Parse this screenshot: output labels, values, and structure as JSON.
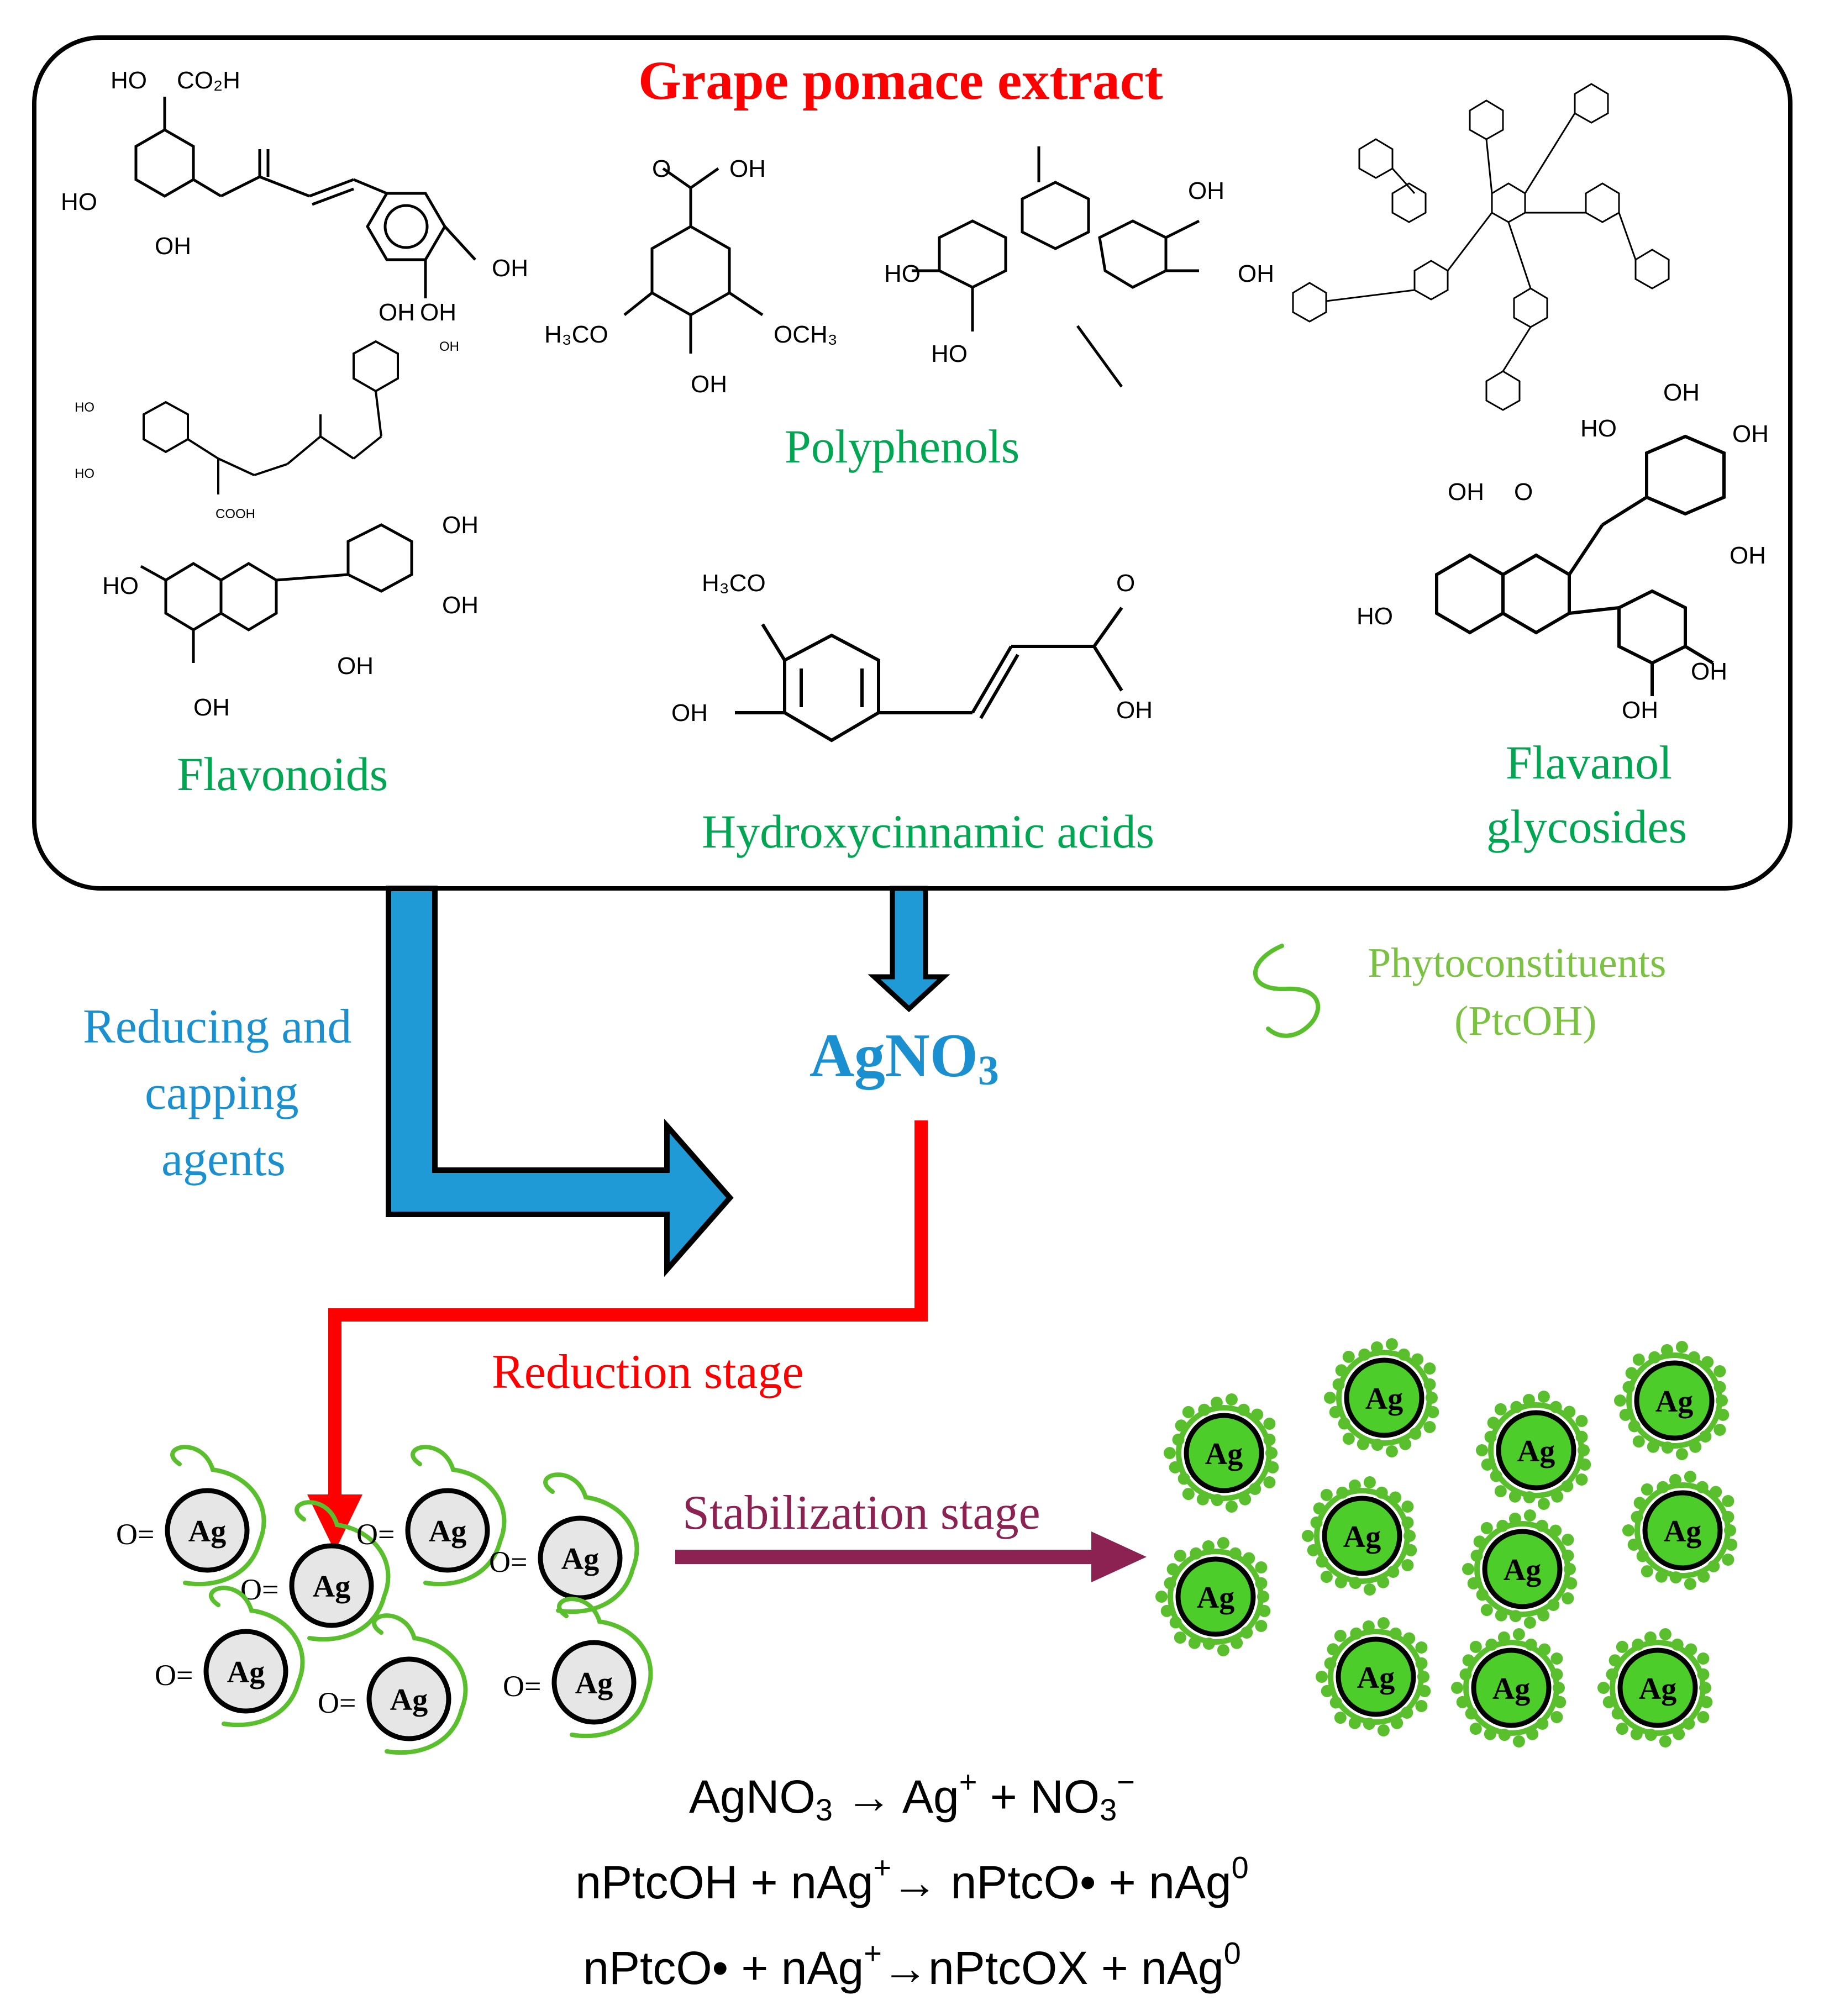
{
  "title": "Grape pomace extract",
  "classes": {
    "polyphenols": "Polyphenols",
    "flavonoids": "Flavonoids",
    "hydroxycinnamic": "Hydroxycinnamic acids",
    "flavanol_1": "Flavanol",
    "flavanol_2": "glycosides"
  },
  "legend": {
    "line1": "Phytoconstituents",
    "line2": "(PtcOH)"
  },
  "agents": {
    "line1": "Reducing and",
    "line2": "capping",
    "line3": "agents"
  },
  "reagent": {
    "base": "AgNO",
    "sub": "3"
  },
  "stages": {
    "reduction": "Reduction stage",
    "stabilization": "Stabilization stage"
  },
  "particle_label": "Ag",
  "oxygen_label": "O=",
  "chem_labels": {
    "ho": "HO",
    "oh": "OH",
    "co2h": "CO₂H",
    "cooh": "COOH",
    "o": "O",
    "h3co": "H₃CO",
    "och3": "OCH₃"
  },
  "equations": {
    "eq1": {
      "a": "AgNO",
      "a_sub": "3",
      "arrow": " → Ag",
      "b_sup": "+",
      "c": " + NO",
      "c_sub": "3",
      "c_sup": "−"
    },
    "eq2": {
      "a": "nPtcOH + nAg",
      "a_sup": "+",
      "b": "→ nPtcO• + nAg",
      "b_sup": "0"
    },
    "eq3": {
      "a": "nPtcO• + nAg",
      "a_sup": "+",
      "b": "→nPtcOX + nAg",
      "b_sup": "0"
    }
  },
  "colors": {
    "title": "#ff0000",
    "class_label": "#00a651",
    "legend": "#7cc242",
    "agents": "#1a90d0",
    "blue_arrow": "#1f9ad6",
    "red_line": "#ff0000",
    "stab_arrow": "#8b2252",
    "particle_gray": "#e6e6e6",
    "particle_green": "#4ccd2a",
    "chain_green": "#5abf2c"
  }
}
